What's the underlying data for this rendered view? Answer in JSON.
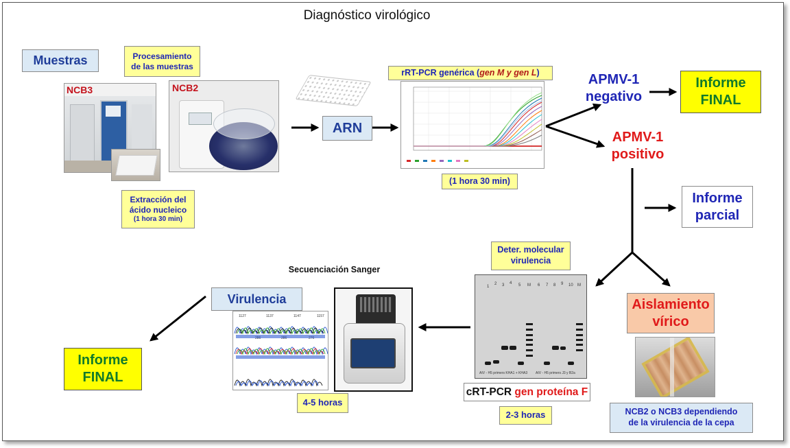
{
  "title": "Diagnóstico virológico",
  "muestras": "Muestras",
  "procesamiento": [
    "Procesamiento",
    "de las muestras"
  ],
  "ncb3": "NCB3",
  "ncb2": "NCB2",
  "extraccion": [
    "Extracción del",
    "ácido nucleico",
    "(1 hora 30 min)"
  ],
  "arn": "ARN",
  "rrtpcr": {
    "prefix": "rRT-PCR genérica (",
    "genes": "gen M y gen L",
    "suffix": ")"
  },
  "rrtpcr_time": "(1 hora 30 min)",
  "apmv_neg": [
    "APMV-1",
    "negativo"
  ],
  "apmv_pos": [
    "APMV-1",
    "positivo"
  ],
  "informe_final_top": [
    "Informe",
    "FINAL"
  ],
  "informe_parcial": [
    "Informe",
    "parcial"
  ],
  "deter": [
    "Deter. molecular",
    "virulencia"
  ],
  "aislamiento": [
    "Aislamiento",
    "vírico"
  ],
  "ncb_note": [
    "NCB2 o NCB3 dependiendo",
    "de la virulencia de la cepa"
  ],
  "crtpcr": {
    "prefix": "cRT-PCR ",
    "gene": "gen proteína F"
  },
  "crtpcr_time": "2-3 horas",
  "secuenciacion": "Secuenciación Sanger",
  "seq_time": "4-5 horas",
  "virulencia": "Virulencia",
  "informe_final_bottom": [
    "Informe",
    "FINAL"
  ],
  "gel": {
    "lanes_left": [
      "1",
      "2",
      "3",
      "4",
      "5",
      "M"
    ],
    "lanes_right": [
      "6",
      "7",
      "8",
      "9",
      "10",
      "M"
    ],
    "caption_left": "AIV - H5 primers KHA1 + KHA3",
    "caption_right": "AIV - H5 primers J3 y B2a"
  },
  "chromatogram": {
    "ticks_top": [
      "1127",
      "1137",
      "1147",
      "1157"
    ],
    "ticks_mid": [
      "286",
      "286",
      "276"
    ]
  },
  "colors": {
    "navy": "#1f26b5",
    "green": "#117a2a",
    "red": "#e01a1a",
    "yellow": "#ffff99",
    "bright_yellow": "#ffff00"
  }
}
